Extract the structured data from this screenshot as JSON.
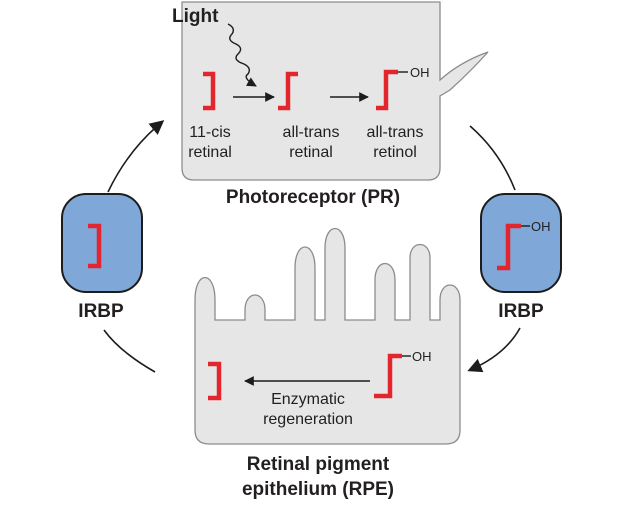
{
  "light": "Light",
  "photoreceptor": {
    "title": "Photoreceptor (PR)",
    "molecules": [
      {
        "line1": "11-cis",
        "line2": "retinal"
      },
      {
        "line1": "all-trans",
        "line2": "retinal"
      },
      {
        "line1": "all-trans",
        "line2": "retinol",
        "group": "OH"
      }
    ]
  },
  "rpe": {
    "title_line1": "Retinal pigment",
    "title_line2": "epithelium (RPE)",
    "reaction_line1": "Enzymatic",
    "reaction_line2": "regeneration",
    "group": "OH"
  },
  "irbp_left": {
    "label": "IRBP"
  },
  "irbp_right": {
    "label": "IRBP",
    "group": "OH"
  },
  "colors": {
    "retinoid": "#e3262e",
    "irbp_fill": "#7fa7d8",
    "cell_fill": "#e6e6e6",
    "cell_stroke": "#8c8c8c"
  }
}
